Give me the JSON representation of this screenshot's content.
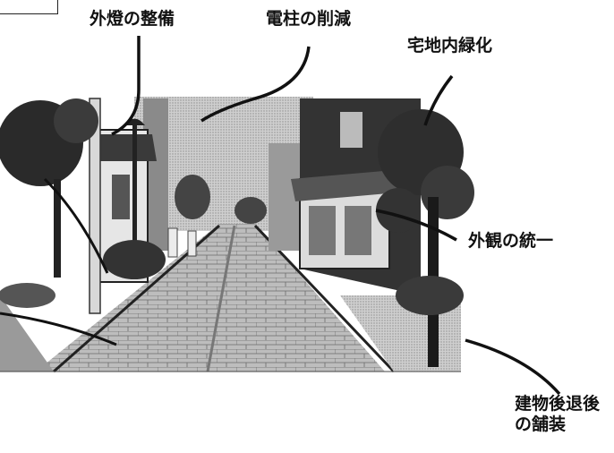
{
  "labels": {
    "exterior_lighting": "外燈の整備",
    "pole_reduction": "電柱の削減",
    "residential_greening": "宅地内緑化",
    "facade_unity": "外観の統一",
    "setback_paving": "建物後退後\nの舗装"
  },
  "colors": {
    "ink": "#111111",
    "sky": "#c9c9c9",
    "paving": "#b9b9b9",
    "dark_building": "#333333",
    "foliage": "#2a2a2a"
  }
}
